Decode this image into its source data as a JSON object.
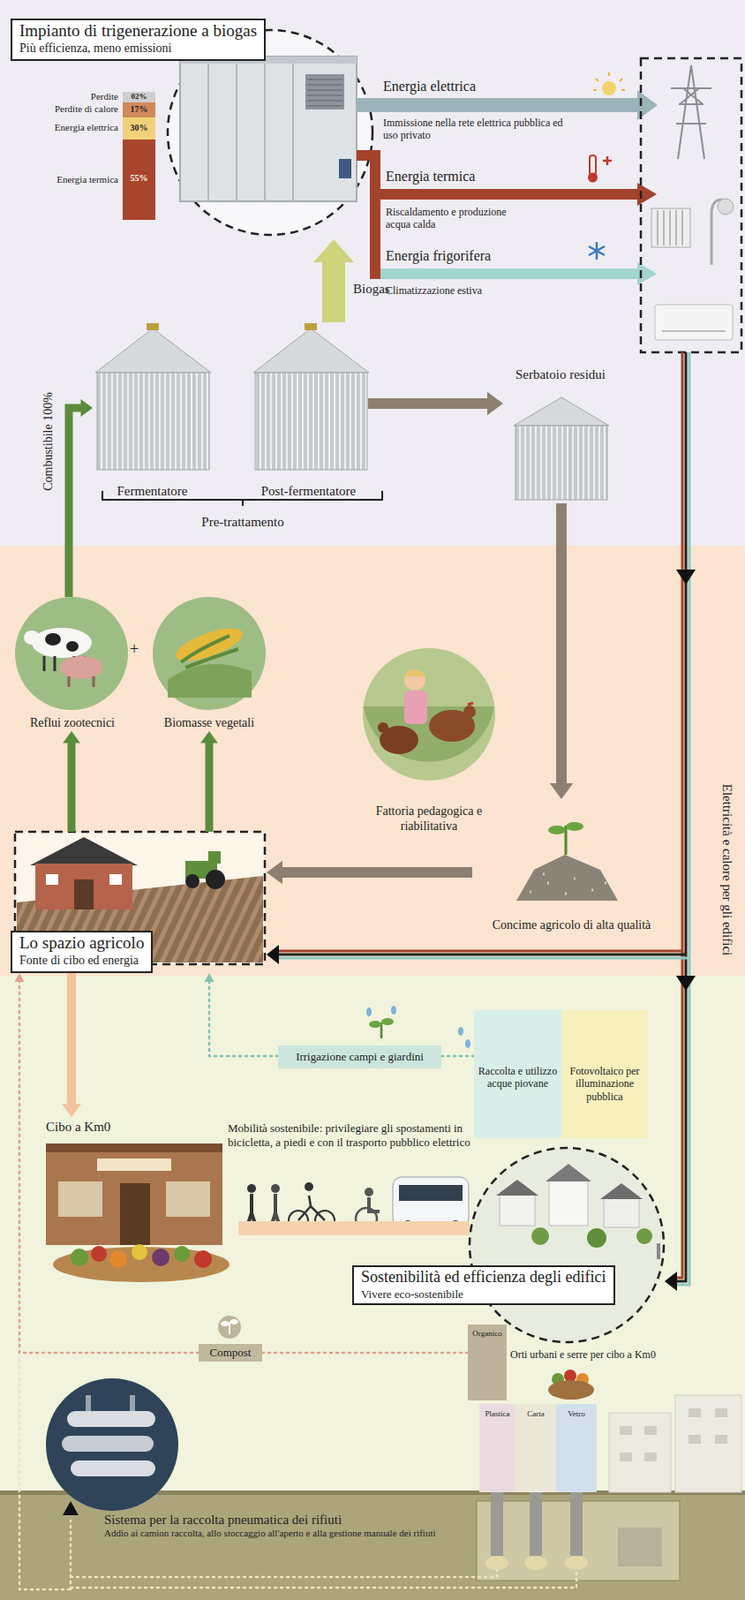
{
  "diagram": {
    "nodes": [
      {
        "text": [
          "Impianto di trigenerazione a biogas",
          "Più efficienza, meno emissioni"
        ]
      },
      {
        "text": [
          "Fermentatore"
        ]
      },
      {
        "text": [
          "Post-fermentatore"
        ]
      },
      {
        "text": [
          "Serbatoio residui"
        ]
      },
      {
        "text": [
          "Reflui zootecnici"
        ]
      },
      {
        "text": [
          "Biomasse vegetali"
        ]
      },
      {
        "text": [
          "Fattoria pedagogica e riabilitativa"
        ]
      },
      {
        "text": [
          "Concime agricolo di alta qualità"
        ]
      },
      {
        "text": [
          "Lo spazio agricolo",
          "Fonte di cibo ed energia"
        ]
      },
      {
        "text": [
          "Irrigazione campi e giardini"
        ]
      },
      {
        "text": [
          "Raccolta e utilizzo acque piovane"
        ]
      },
      {
        "text": [
          "Fotovoltaico per illuminazione pubblica"
        ]
      },
      {
        "text": [
          "Cibo a Km0"
        ]
      },
      {
        "text": [
          "Sostenibilità ed efficienza degli edifici",
          "Vivere eco-sostenibile"
        ]
      },
      {
        "text": [
          "Compost"
        ]
      },
      {
        "text": [
          "Organico"
        ]
      },
      {
        "text": [
          "Sistema per la raccolta pneumatica dei rifiuti",
          "Addio ai camion raccolta, allo stoccaggio all'aperto e alla gestione manuale dei rifiuti"
        ]
      }
    ],
    "edges": [
      {
        "from": 4,
        "to": 1,
        "label": "Combustibile 100%",
        "arrow": "to"
      },
      {
        "from": 2,
        "to": 0,
        "label": "Biogas",
        "arrow": "to"
      },
      {
        "from": 2,
        "to": 3,
        "arrow": "to"
      },
      {
        "from": 3,
        "to": 7,
        "arrow": "to"
      },
      {
        "from": 7,
        "to": 8,
        "arrow": "to"
      },
      {
        "from": 8,
        "to": 4,
        "arrow": "to"
      },
      {
        "from": 8,
        "to": 5,
        "arrow": "to"
      },
      {
        "from": 8,
        "to": 12,
        "arrow": "to"
      },
      {
        "from": 10,
        "to": 9,
        "arrow": "none"
      },
      {
        "from": 9,
        "to": 8,
        "arrow": "to"
      },
      {
        "from": 12,
        "to": 13,
        "arrow": "none"
      },
      {
        "from": 15,
        "to": 14,
        "arrow": "none"
      },
      {
        "from": 14,
        "to": 8,
        "arrow": "to"
      }
    ],
    "labels": [
      "Perdite",
      "02%",
      "Perdite di calore",
      "17%",
      "Energia elettrica",
      "30%",
      "Energia termica",
      "55%",
      "Energia elettrica",
      "Immissione nella rete elettrica pubblica ed uso privato",
      "Energia termica",
      "Riscaldamento e produzione acqua calda",
      "Energia frigorifera",
      "Climatizzazione estiva",
      "Pre-trattamento",
      "+",
      "Elettricità e calore per gli edifici",
      "Mobilità sostenibile: privilegiare gli spostamenti in bicicletta, a piedi e con il trasporto pubblico elettrico",
      "Orti urbani e serre per cibo a Km0",
      "Plastica",
      "Carta",
      "Vetro"
    ]
  }
}
